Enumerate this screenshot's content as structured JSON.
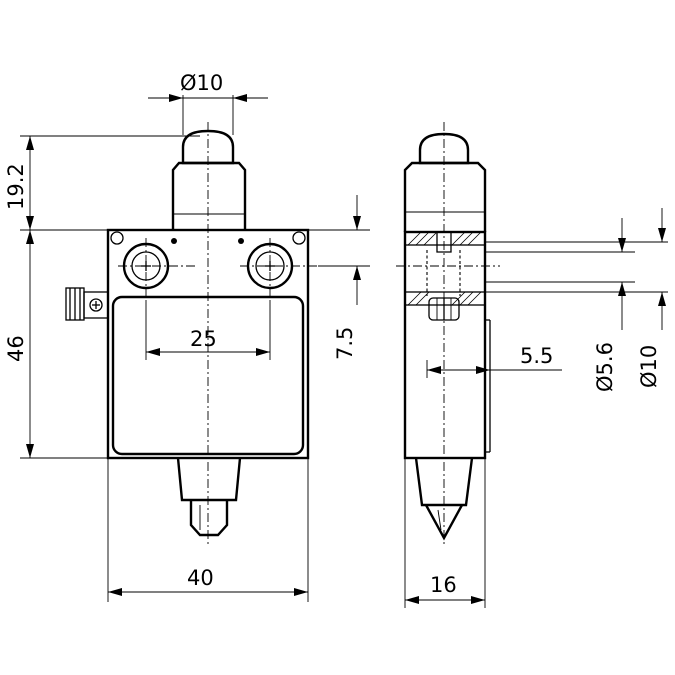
{
  "dimensions": {
    "front_plunger_diameter": "Ø10",
    "plunger_height": "19.2",
    "body_height": "46",
    "hole_spacing": "25",
    "hole_offset": "7.5",
    "body_width": "40",
    "side_offset": "5.5",
    "bore_diameter_small": "Ø5.6",
    "bore_diameter_large": "Ø10",
    "side_width": "16"
  }
}
